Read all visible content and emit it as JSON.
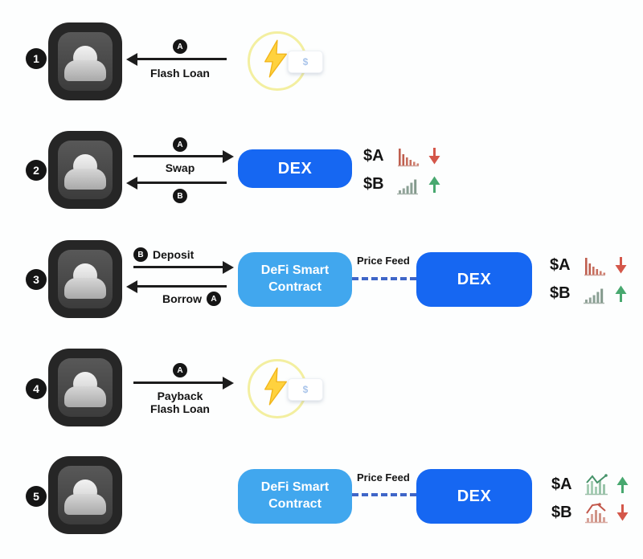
{
  "colors": {
    "background": "#fdfefe",
    "dex_blue": "#1667f2",
    "defi_light_blue": "#41a7ee",
    "badge_black": "#151515",
    "arrow_black": "#1c1c1c",
    "trend_down_red": "#d4574a",
    "trend_up_green": "#48a86f",
    "bolt_gold": "#ffd23e",
    "ring_pale_yellow": "#f3efa0",
    "price_feed_dash_blue": "#3f66c8"
  },
  "icons": {
    "user_avatar": "user-avatar-icon",
    "lightning": "lightning-bolt-icon",
    "dollar_sign": "$"
  },
  "steps": {
    "step1": {
      "number": "1",
      "letter": "A",
      "label": "Flash Loan"
    },
    "step2": {
      "number": "2",
      "letter_top": "A",
      "label": "Swap",
      "letter_bottom": "B",
      "dex": "DEX",
      "asset_a": {
        "symbol": "$A",
        "chart": "declining-bars-red",
        "trend": "down"
      },
      "asset_b": {
        "symbol": "$B",
        "chart": "ascending-bars-green",
        "trend": "up"
      }
    },
    "step3": {
      "number": "3",
      "letter_top": "B",
      "label_top": "Deposit",
      "label_bottom": "Borrow",
      "letter_bottom": "A",
      "defi_line1": "DeFi Smart",
      "defi_line2": "Contract",
      "price_feed": "Price Feed",
      "dex": "DEX",
      "asset_a": {
        "symbol": "$A",
        "chart": "declining-bars-red",
        "trend": "down"
      },
      "asset_b": {
        "symbol": "$B",
        "chart": "ascending-bars-green",
        "trend": "up"
      }
    },
    "step4": {
      "number": "4",
      "letter": "A",
      "label_line1": "Payback",
      "label_line2": "Flash Loan"
    },
    "step5": {
      "number": "5",
      "defi_line1": "DeFi Smart",
      "defi_line2": "Contract",
      "price_feed": "Price Feed",
      "dex": "DEX",
      "asset_a": {
        "symbol": "$A",
        "chart": "line-up-green",
        "trend": "up"
      },
      "asset_b": {
        "symbol": "$B",
        "chart": "peak-down-red",
        "trend": "down"
      }
    }
  }
}
